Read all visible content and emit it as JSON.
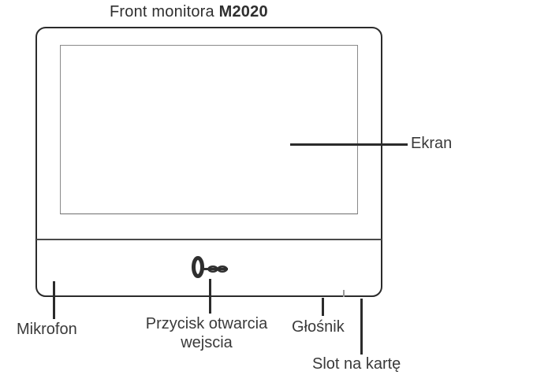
{
  "title": {
    "prefix": "Front monitora ",
    "model": "M2020"
  },
  "diagram": {
    "labels": {
      "ekran": "Ekran",
      "mikrofon": "Mikrofon",
      "przycisk_line1": "Przycisk otwarcia",
      "przycisk_line2": "wejscia",
      "glosnik": "Głośnik",
      "slot": "Slot na kartę"
    },
    "icons": {
      "key": "key-icon"
    },
    "colors": {
      "outline": "#2b2b2b",
      "screen_border": "#8a8a8a",
      "leader_line": "#2b2b2b",
      "text": "#3a3a3a",
      "background": "#ffffff"
    }
  }
}
